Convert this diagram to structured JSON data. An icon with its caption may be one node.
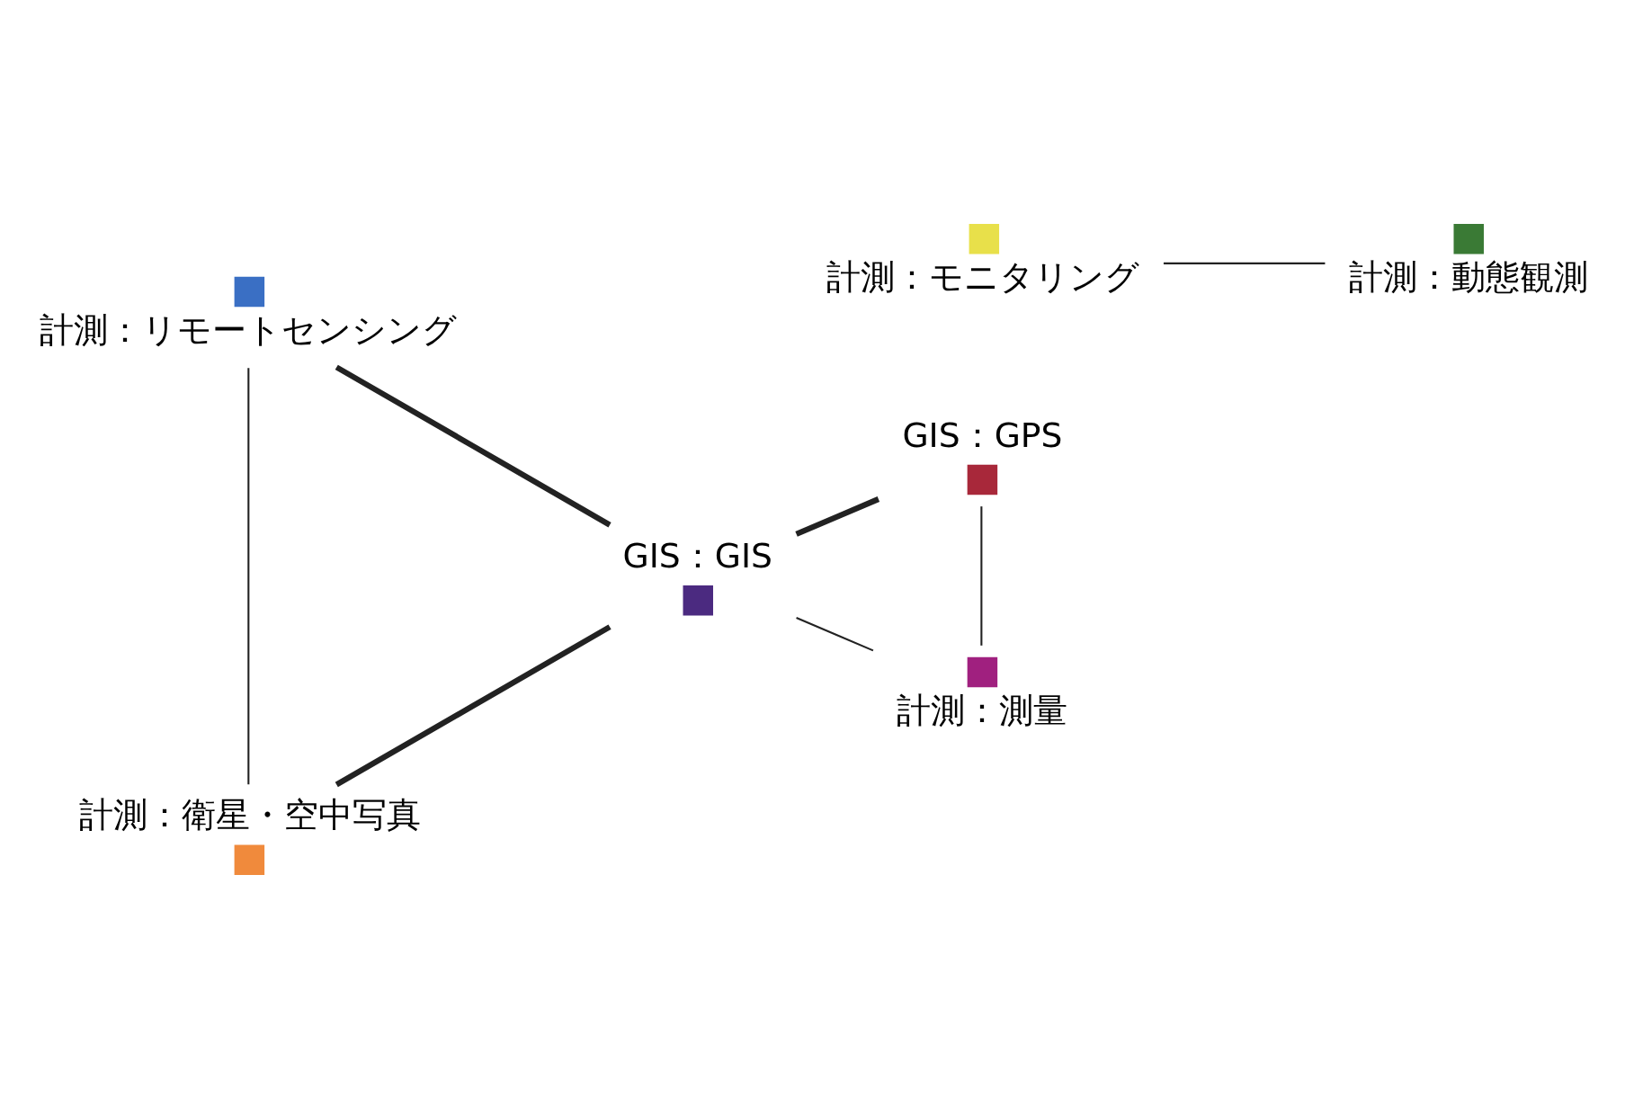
{
  "diagram": {
    "nodes": [
      {
        "text": [
          "GIS：GIS"
        ]
      },
      {
        "text": [
          "計測：衛星・空中写真"
        ]
      },
      {
        "text": [
          "GIS：GPS"
        ]
      },
      {
        "text": [
          "計測：測量"
        ]
      },
      {
        "text": [
          "計測：モニタリング"
        ]
      },
      {
        "text": [
          "計測：動態観測"
        ]
      },
      {
        "text": [
          "計測：リモートセンシング"
        ]
      }
    ],
    "edges": [
      {
        "from": 0,
        "to": 1,
        "arrow": "none",
        "style": "thick"
      },
      {
        "from": 0,
        "to": 2,
        "arrow": "none",
        "style": "thick"
      },
      {
        "from": 0,
        "to": 3,
        "arrow": "none"
      },
      {
        "from": 0,
        "to": 6,
        "arrow": "none",
        "style": "thick"
      },
      {
        "from": 1,
        "to": 6,
        "arrow": "none"
      },
      {
        "from": 2,
        "to": 3,
        "arrow": "none"
      },
      {
        "from": 4,
        "to": 5,
        "arrow": "none"
      }
    ]
  }
}
